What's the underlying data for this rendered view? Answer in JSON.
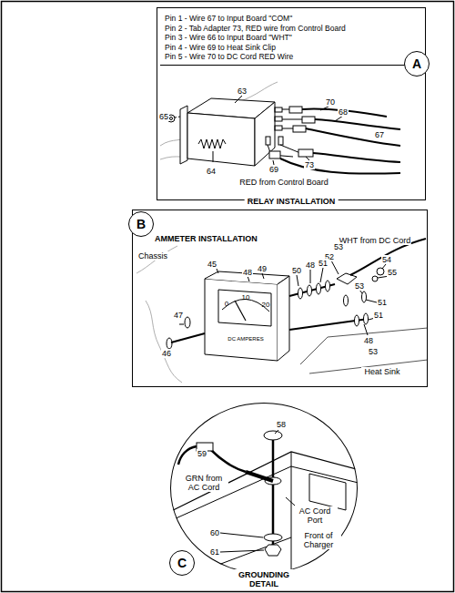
{
  "diagram": {
    "nodes": [
      {
        "text": [
          "RELAY INSTALLATION"
        ]
      },
      {
        "text": [
          "Pin 1 - Wire 67 to Input Board \"COM\"",
          "Pin 2 - Tab Adapter 73, RED wire from Control Board",
          "Pin 3 - Wire 66 to Input Board \"WHT\"",
          "Pin 4 - Wire 69 to Heat Sink Clip",
          "Pin 5 - Wire 70 to DC Cord RED Wire"
        ],
        "in": 0
      },
      {
        "text": [
          "A"
        ]
      },
      {
        "text": [
          "AMMETER INSTALLATION"
        ]
      },
      {
        "text": [
          "B"
        ]
      },
      {
        "text": [
          "GROUNDING DETAIL"
        ]
      },
      {
        "text": [
          "C"
        ]
      }
    ],
    "labels": [
      "65",
      "63",
      "70",
      "68",
      "67",
      "64",
      "69",
      "73",
      "RED from Control Board",
      "WHT from DC Cord",
      "Chassis",
      "53",
      "52",
      "54",
      "55",
      "51",
      "50",
      "48",
      "49",
      "48",
      "45",
      "53",
      "51",
      "51",
      "47",
      "46",
      "48",
      "53",
      "Heat Sink",
      "0",
      "10",
      "20",
      "DC AMPERES",
      "59",
      "58",
      "GRN from AC Cord",
      "AC Cord Port",
      "Front of Charger",
      "60",
      "61"
    ]
  }
}
